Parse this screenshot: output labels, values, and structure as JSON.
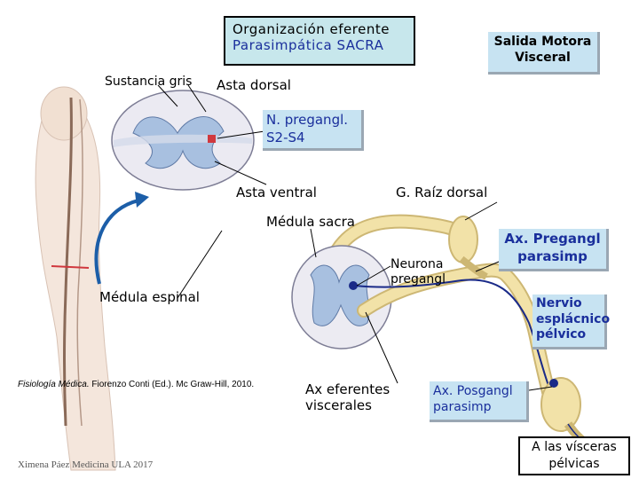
{
  "title": {
    "line1": "Organización eferente",
    "line2": "Parasimpática SACRA"
  },
  "labels": {
    "salida_line1": "Salida Motora",
    "salida_line2": "Visceral",
    "sustancia_gris": "Sustancia gris",
    "asta_dorsal": "Asta dorsal",
    "n_pregangl_line1": "N. pregangl.",
    "n_pregangl_line2": "S2-S4",
    "asta_ventral": "Asta ventral",
    "g_raiz_dorsal": "G. Raíz dorsal",
    "medula_sacra": "Médula sacra",
    "neurona_line1": "Neurona",
    "neurona_line2": "pregangl",
    "ax_pregangl_line1": "Ax. Pregangl",
    "ax_pregangl_line2": "parasimp",
    "medula_espinal": "Médula espinal",
    "nervio_line1": "Nervio",
    "nervio_line2": "esplácnico",
    "nervio_line3": "pélvico",
    "ax_eferentes_line1": "Ax eferentes",
    "ax_eferentes_line2": "viscerales",
    "ax_posgangl_line1": "Ax. Posgangl",
    "ax_posgangl_line2": "parasimp",
    "visceras_line1": "A las vísceras",
    "visceras_line2": "pélvicas"
  },
  "citation": {
    "book": "Fisiología Médica.",
    "rest": " Fiorenzo Conti (Ed.). Mc Graw-Hill, 2010."
  },
  "credit": "Ximena Páez Medicina ULA 2017",
  "colors": {
    "title_box": "#c7e7ec",
    "blue_box": "#c7e3f2",
    "nerve": "#f2e2a8",
    "nerve_stroke": "#cdb774",
    "gray_matter": "#a8c0e0",
    "arrow": "#1c5ea8",
    "red_marker": "#d0383e",
    "neuron": "#1a2a88"
  }
}
